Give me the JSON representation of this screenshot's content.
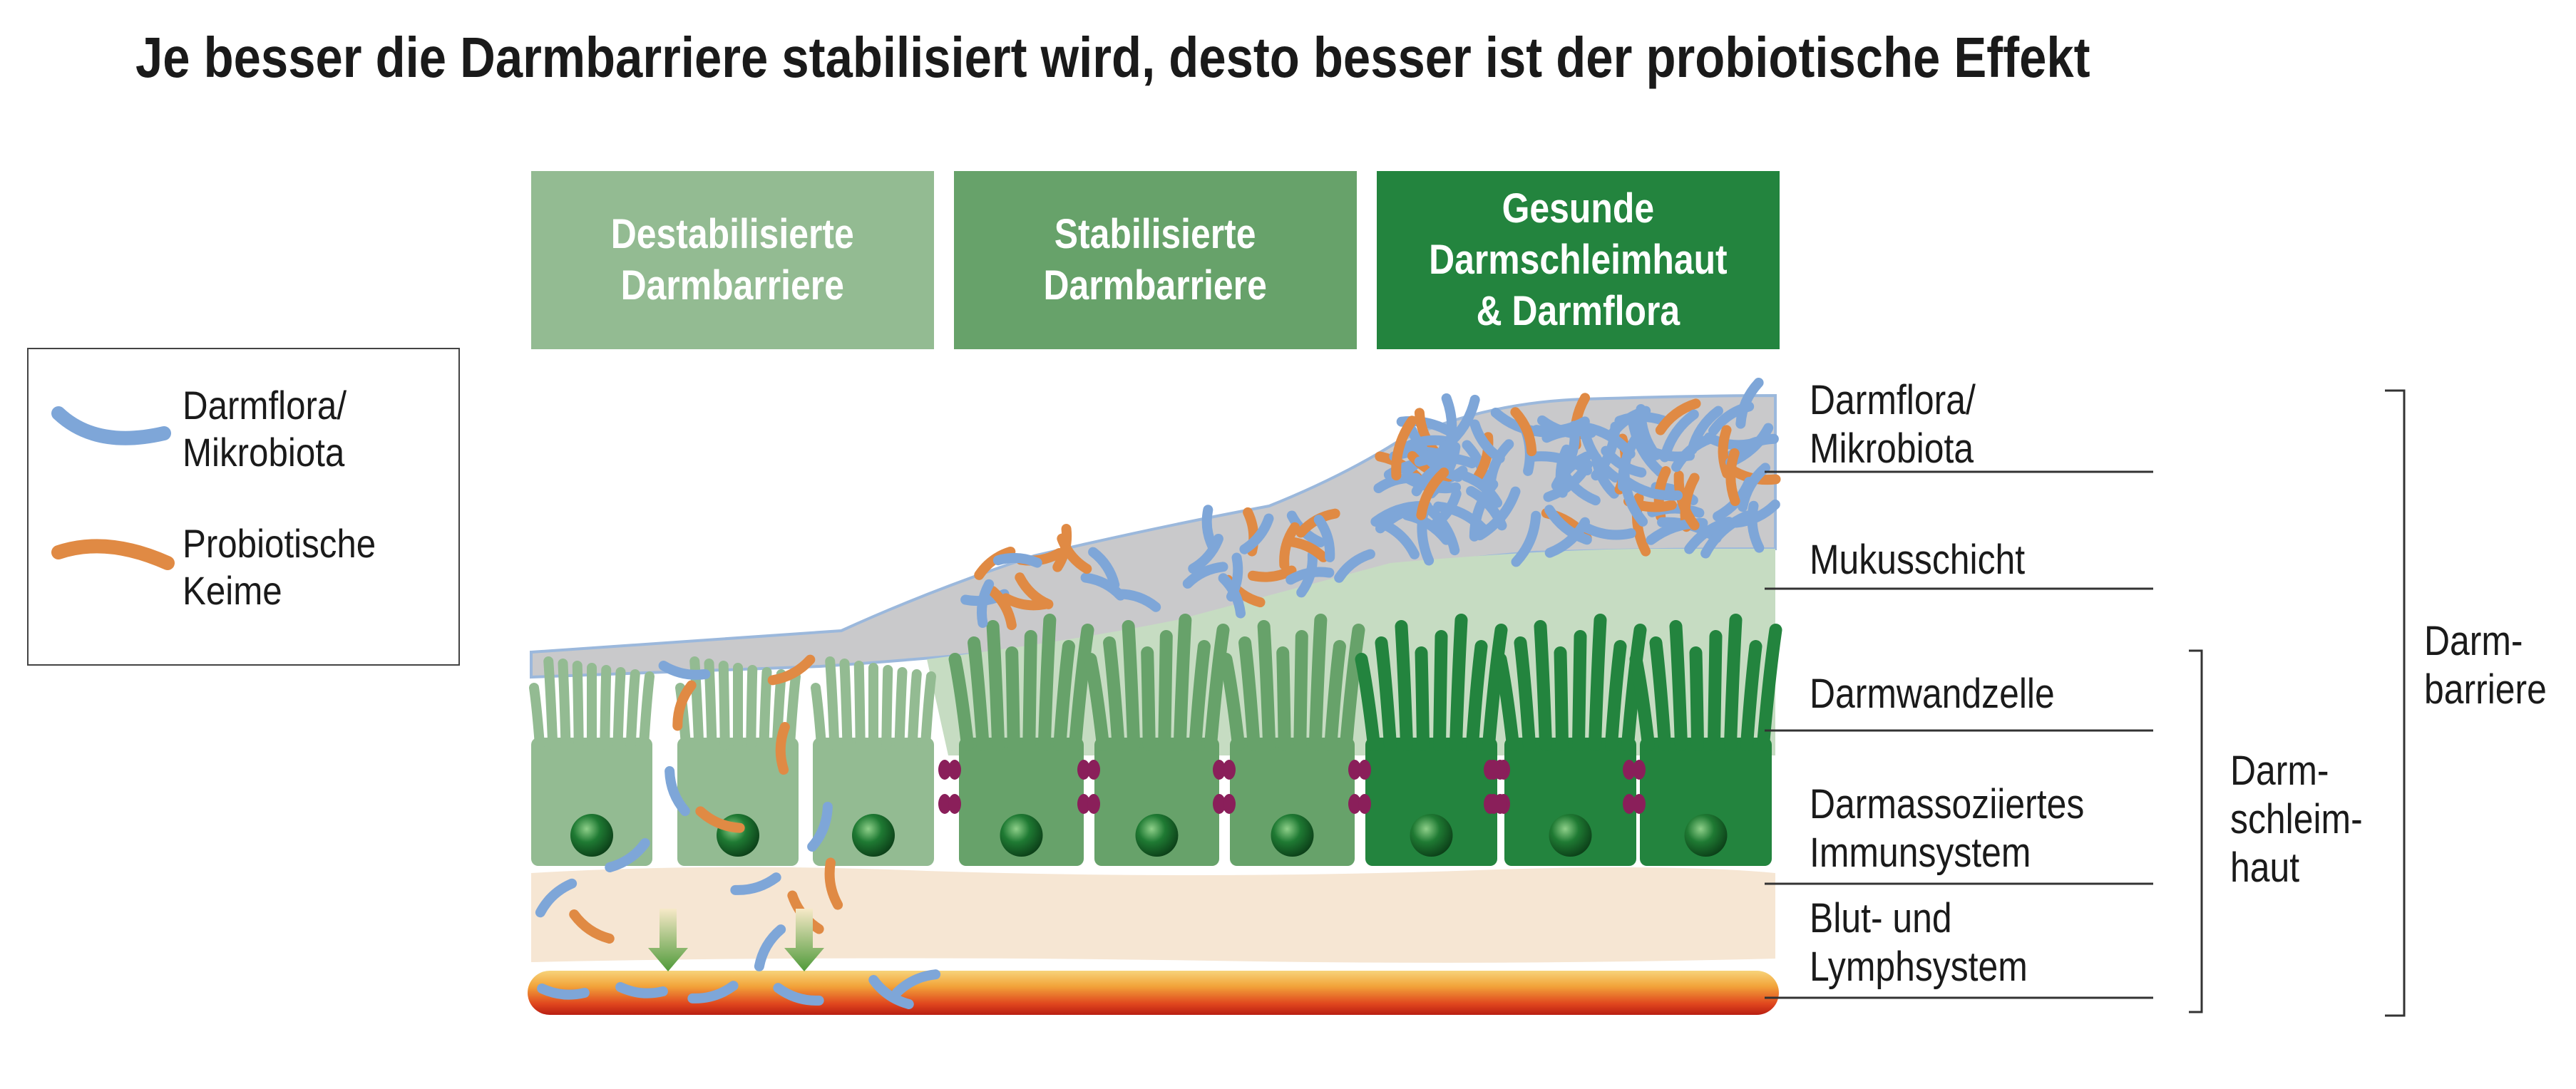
{
  "title": "Je besser die Darmbarriere stabilisiert wird, desto besser ist der probiotische Effekt",
  "columns": [
    {
      "label": "Destabilisierte\nDarmbarriere",
      "color": "#93bb92"
    },
    {
      "label": "Stabilisierte\nDarmbarriere",
      "color": "#67a26a"
    },
    {
      "label": "Gesunde\nDarmschleimhaut\n& Darmflora",
      "color": "#23843e"
    }
  ],
  "legend": {
    "microbiota": {
      "label": "Darmflora/\nMikrobiota",
      "color": "#7ea6d8"
    },
    "probiotic": {
      "label": "Probiotische\nKeime",
      "color": "#e08a44"
    }
  },
  "layers": [
    {
      "label": "Darmflora/\nMikrobiota"
    },
    {
      "label": "Mukusschicht"
    },
    {
      "label": "Darmwandzelle"
    },
    {
      "label": "Darmassoziiertes\nImmunsystem"
    },
    {
      "label": "Blut- und\nLymphsystem"
    }
  ],
  "brackets": {
    "mucosa": "Darm-\nschleim-\nhaut",
    "barrier": "Darm-\nbarriere"
  },
  "colors": {
    "mucus_gray": "#c9c9cb",
    "mucus_green": "#c6dcc2",
    "immune_beige": "#f6e6d3",
    "blood_red": "#d8321a",
    "junction": "#8a1f5a"
  }
}
